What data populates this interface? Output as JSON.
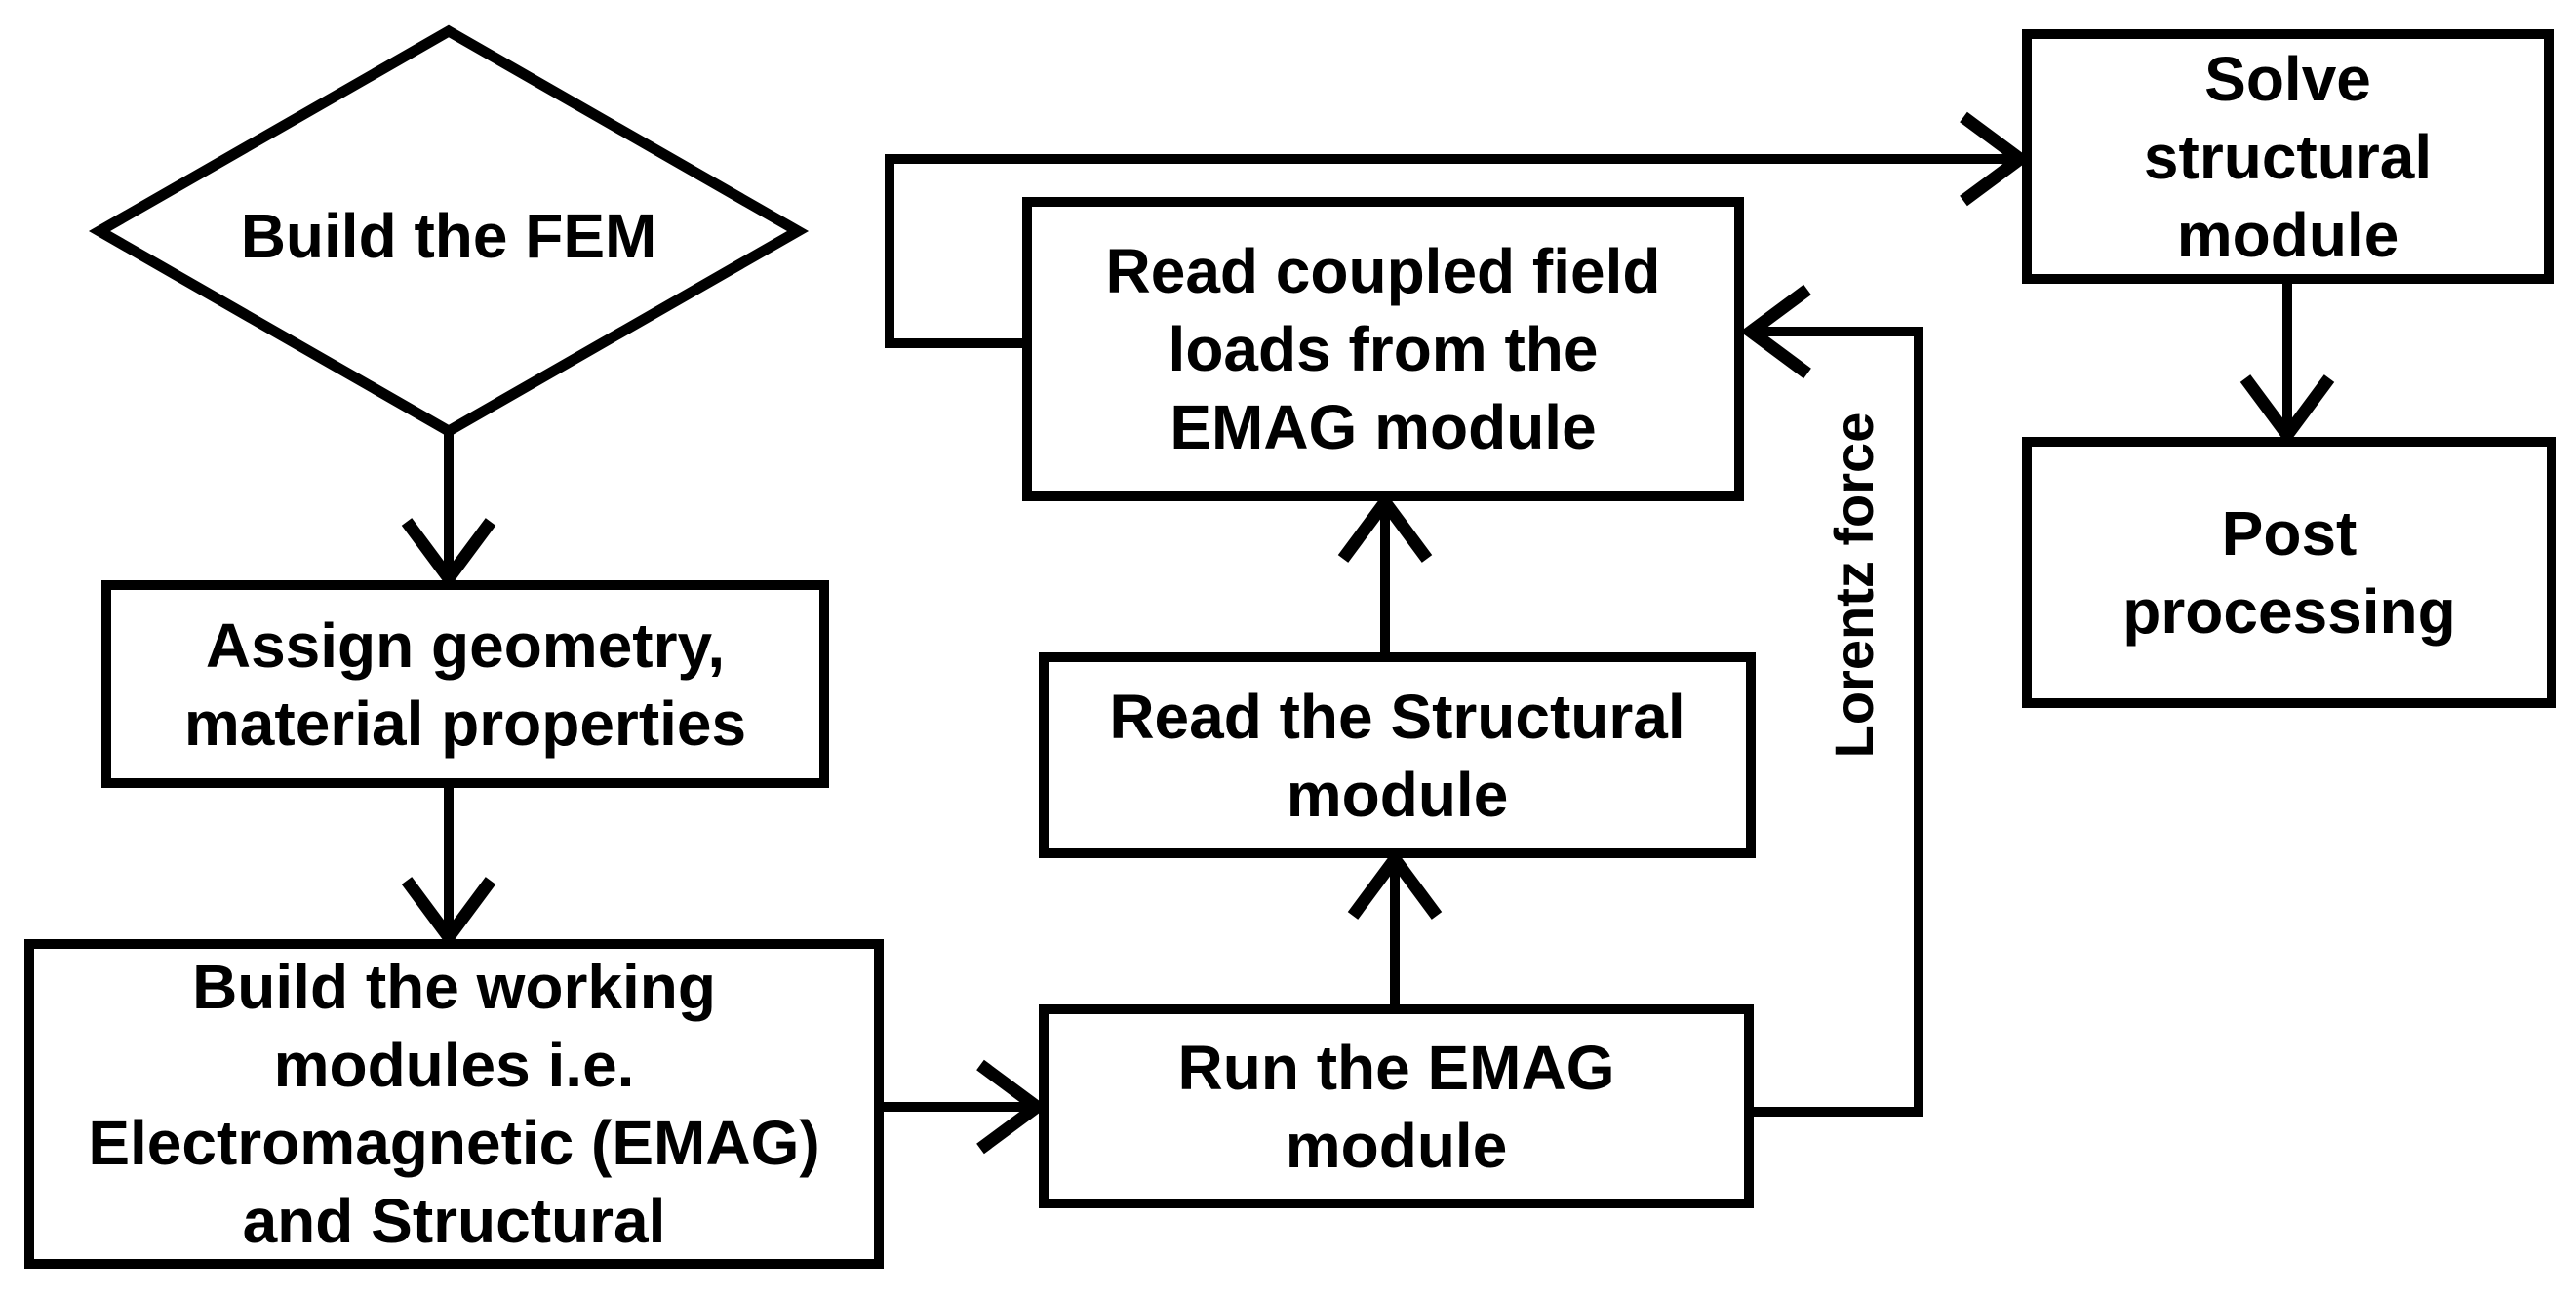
{
  "diagram_type": "flowchart",
  "colors": {
    "stroke": "#000000",
    "background": "#ffffff",
    "text": "#000000"
  },
  "nodes": {
    "build_fem": {
      "shape": "diamond",
      "label": "Build the FEM"
    },
    "assign_geometry": {
      "shape": "rect",
      "label": "Assign geometry,\nmaterial properties"
    },
    "build_modules": {
      "shape": "rect",
      "label": "Build the working\nmodules i.e.\nElectromagnetic (EMAG)\nand Structural"
    },
    "run_emag": {
      "shape": "rect",
      "label": "Run the EMAG\nmodule"
    },
    "read_structural": {
      "shape": "rect",
      "label": "Read the Structural\nmodule"
    },
    "read_coupled": {
      "shape": "rect",
      "label": "Read coupled field\nloads from the\nEMAG module"
    },
    "solve_structural": {
      "shape": "rect",
      "label": "Solve\nstructural\nmodule"
    },
    "post_processing": {
      "shape": "rect",
      "label": "Post\nprocessing"
    }
  },
  "edges": [
    {
      "from": "build_fem",
      "to": "assign_geometry",
      "label": ""
    },
    {
      "from": "assign_geometry",
      "to": "build_modules",
      "label": ""
    },
    {
      "from": "build_modules",
      "to": "run_emag",
      "label": ""
    },
    {
      "from": "run_emag",
      "to": "read_structural",
      "label": ""
    },
    {
      "from": "read_structural",
      "to": "read_coupled",
      "label": ""
    },
    {
      "from": "read_coupled",
      "to": "solve_structural",
      "label": ""
    },
    {
      "from": "run_emag",
      "to": "read_coupled",
      "label": "Lorentz force"
    },
    {
      "from": "solve_structural",
      "to": "post_processing",
      "label": ""
    }
  ]
}
